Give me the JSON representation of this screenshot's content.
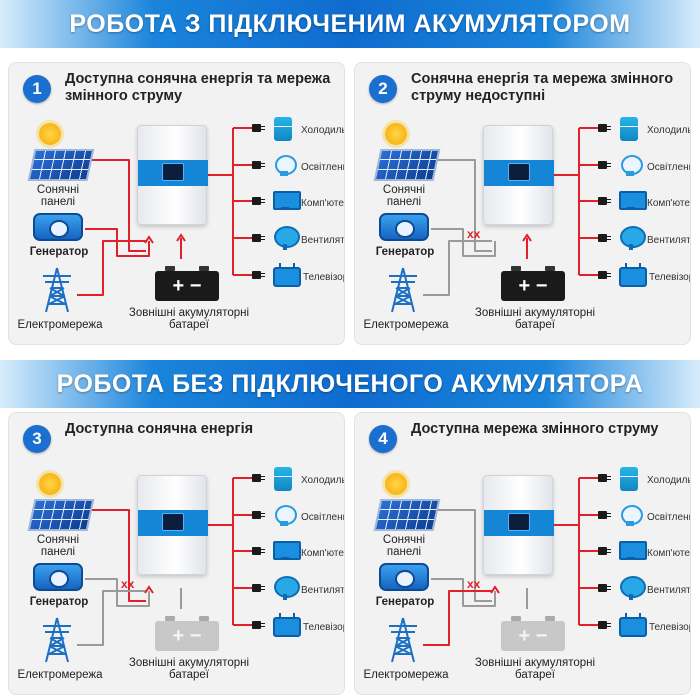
{
  "banners": {
    "top": "РОБОТА З ПІДКЛЮЧЕНИМ АКУМУЛЯТОРОМ",
    "bottom": "РОБОТА БЕЗ ПІДКЛЮЧЕНОГО АКУМУЛЯТОРА"
  },
  "colors": {
    "accent_blue": "#1b6fd0",
    "active_wire": "#e0202a",
    "inactive_wire": "#9a9a9a",
    "blocked_mark": "#e0202a"
  },
  "panels": [
    {
      "number": "1",
      "title": "Доступна сонячна енергія та мережа змінного струму",
      "battery_connected": true,
      "active_sources": [
        "solar",
        "generator",
        "grid"
      ]
    },
    {
      "number": "2",
      "title": "Сонячна енергія та мережа змінного струму недоступні",
      "battery_connected": true,
      "active_sources": [
        "battery"
      ],
      "blocked_mark": "xx"
    },
    {
      "number": "3",
      "title": "Доступна сонячна енергія",
      "battery_connected": false,
      "active_sources": [
        "solar"
      ],
      "blocked_mark": "xx"
    },
    {
      "number": "4",
      "title": "Доступна мережа змінного струму",
      "battery_connected": false,
      "active_sources": [
        "grid"
      ],
      "blocked_mark": "xx"
    }
  ],
  "sources": {
    "solar_label": "Сонячні панелі",
    "generator_label": "Генератор",
    "grid_label": "Електромережа"
  },
  "battery": {
    "symbol": "+ −",
    "label": "Зовнішні акумуляторні батареї"
  },
  "loads": [
    {
      "label": "Холодильник",
      "icon": "fridge-icon"
    },
    {
      "label": "Освітлення",
      "icon": "bulb-icon"
    },
    {
      "label": "Комп'ютери",
      "icon": "computer-icon"
    },
    {
      "label": "Вентилятори",
      "icon": "fan-icon"
    },
    {
      "label": "Телевізор",
      "icon": "tv-icon"
    }
  ]
}
